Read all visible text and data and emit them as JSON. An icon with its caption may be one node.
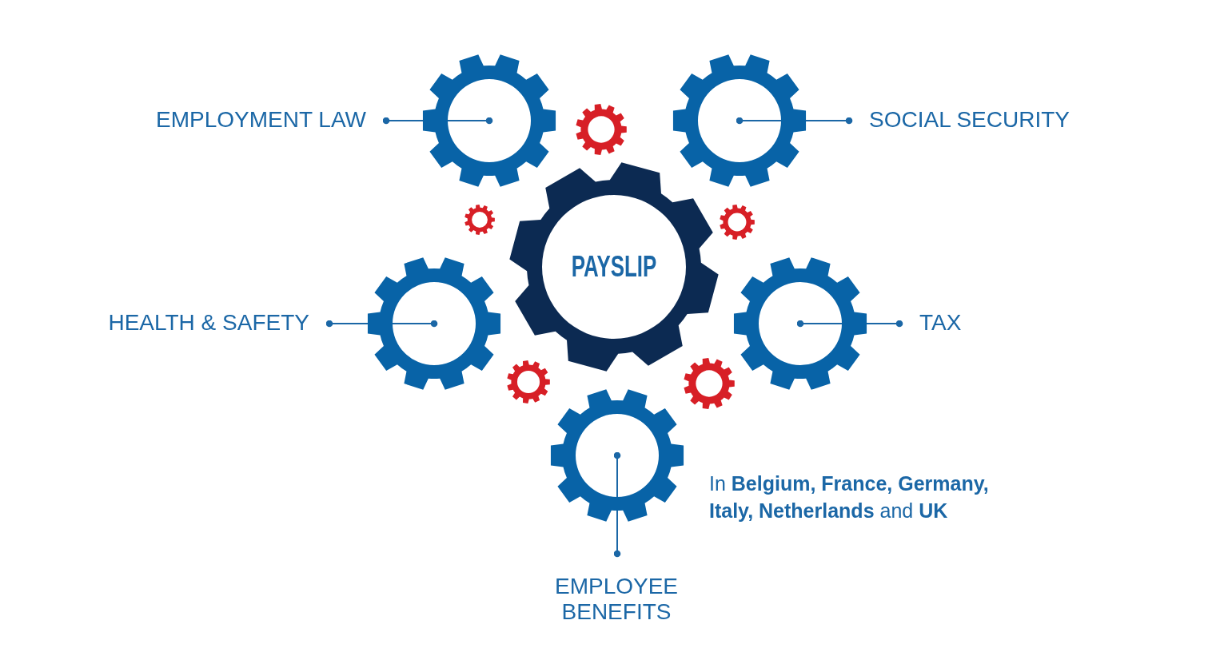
{
  "diagram": {
    "nodes": [
      {
        "text": [
          "EMPLOYMENT LAW"
        ]
      },
      {
        "text": [],
        "shape": "gear"
      },
      {
        "text": [],
        "shape": "gear"
      },
      {
        "text": [
          "SOCIAL SECURITY"
        ]
      },
      {
        "text": [
          "PAYSLIP"
        ]
      },
      {
        "text": [
          "HEALTH & SAFETY"
        ]
      },
      {
        "text": [],
        "shape": "gear"
      },
      {
        "text": [],
        "shape": "gear"
      },
      {
        "text": [
          "TAX"
        ]
      },
      {
        "text": [],
        "shape": "gear"
      },
      {
        "text": [
          "EMPLOYEE BENEFITS"
        ]
      }
    ],
    "edges": [
      {
        "from": 0,
        "to": 1,
        "arrow": "other"
      },
      {
        "from": 3,
        "to": 2,
        "arrow": "other"
      },
      {
        "from": 5,
        "to": 6,
        "arrow": "other"
      },
      {
        "from": 8,
        "to": 7,
        "arrow": "other"
      },
      {
        "from": 10,
        "to": 9,
        "arrow": "other"
      }
    ],
    "labels": [
      "In **Belgium, France, Germany, Italy, Netherlands** and **UK**"
    ]
  }
}
